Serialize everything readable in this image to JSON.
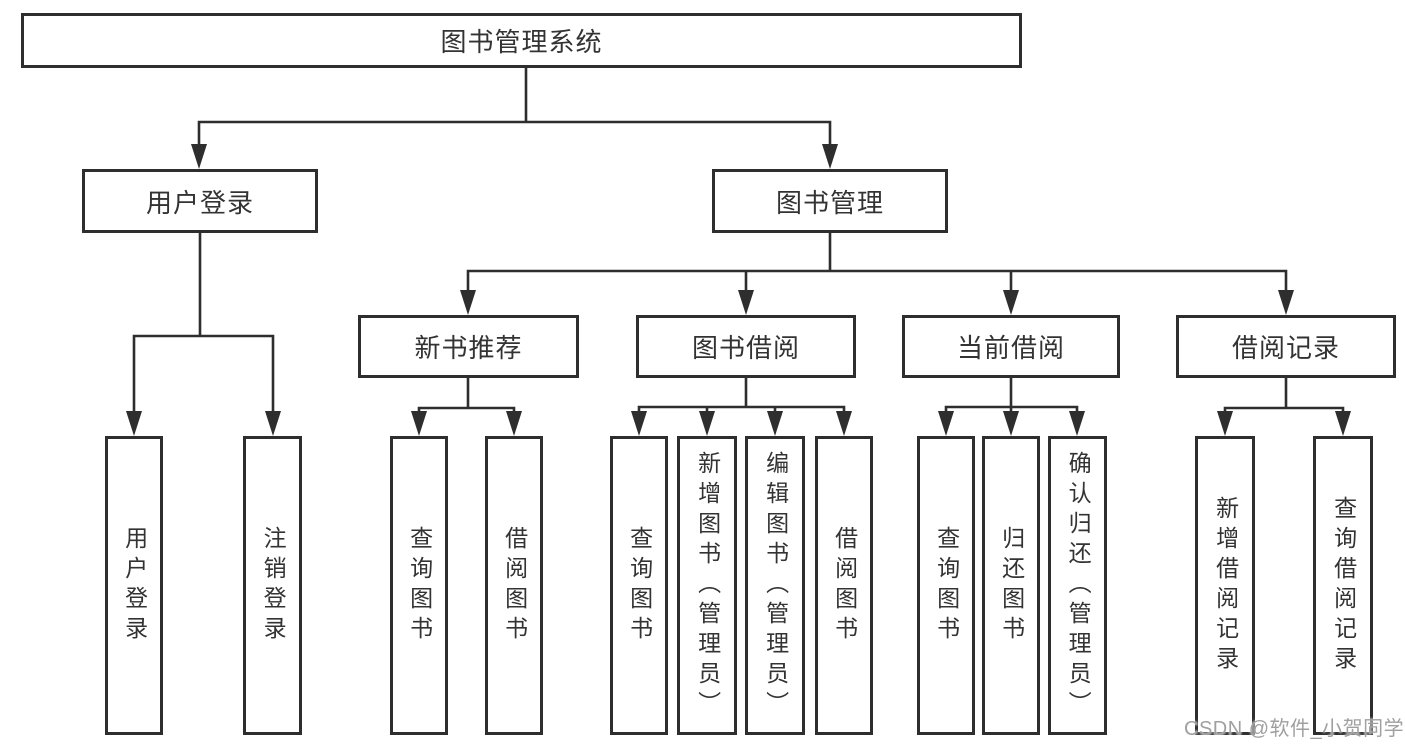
{
  "diagram": {
    "root": "图书管理系统",
    "level1": [
      {
        "label": "用户登录",
        "children": [
          "用户登录",
          "注销登录"
        ]
      },
      {
        "label": "图书管理",
        "children": [
          {
            "label": "新书推荐",
            "children": [
              "查询图书",
              "借阅图书"
            ]
          },
          {
            "label": "图书借阅",
            "children": [
              "查询图书",
              "新增图书（管理员）",
              "编辑图书（管理员）",
              "借阅图书"
            ]
          },
          {
            "label": "当前借阅",
            "children": [
              "查询图书",
              "归还图书",
              "确认归还（管理员）"
            ]
          },
          {
            "label": "借阅记录",
            "children": [
              "新增借阅记录",
              "查询借阅记录"
            ]
          }
        ]
      }
    ],
    "colors": {
      "line": "#2e2e2e",
      "box_border": "#2e2e2e",
      "text": "#333333",
      "background": "#ffffff",
      "watermark": "#a0a0a0"
    }
  },
  "watermark": {
    "text": "CSDN @软件_小贺同学"
  }
}
